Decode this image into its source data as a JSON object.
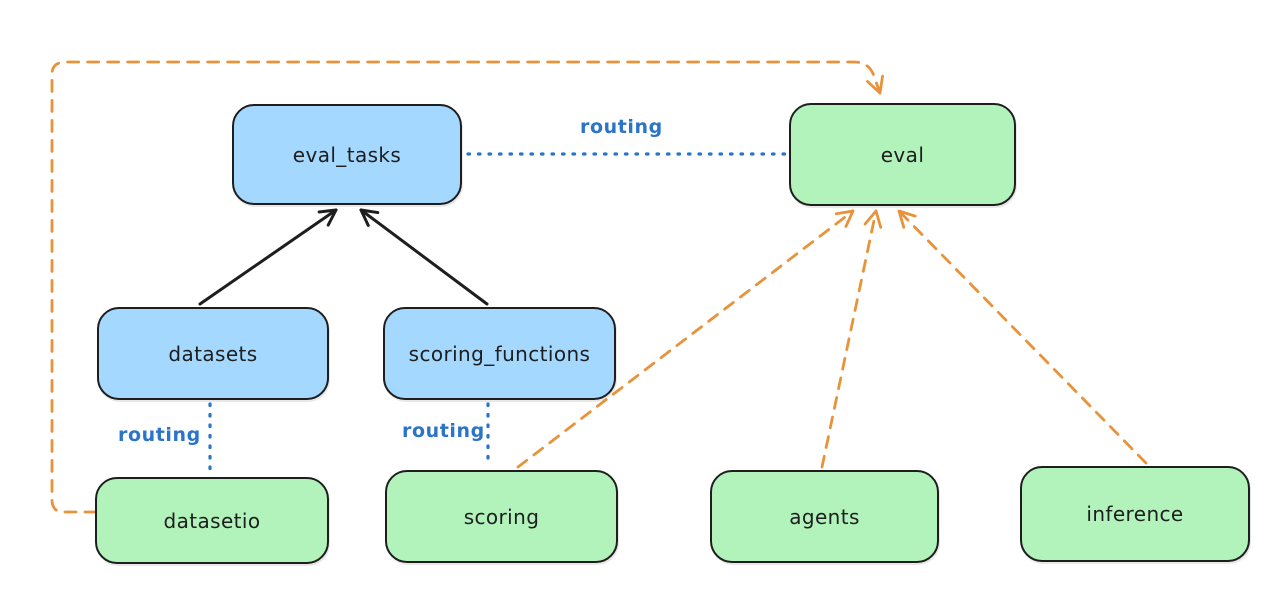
{
  "diagram": {
    "type": "flowchart",
    "background": "#ffffff",
    "colors": {
      "blue_fill": "#a5d8ff",
      "green_fill": "#b2f2bb",
      "stroke": "#1e1e1e",
      "orange_dash": "#e8933a",
      "routing_blue": "#2b74c8"
    },
    "nodes": [
      {
        "id": "eval_tasks",
        "label": "eval_tasks",
        "fill": "#a5d8ff"
      },
      {
        "id": "eval",
        "label": "eval",
        "fill": "#b2f2bb"
      },
      {
        "id": "datasets",
        "label": "datasets",
        "fill": "#a5d8ff"
      },
      {
        "id": "scoring_functions",
        "label": "scoring_functions",
        "fill": "#a5d8ff"
      },
      {
        "id": "datasetio",
        "label": "datasetio",
        "fill": "#b2f2bb"
      },
      {
        "id": "scoring",
        "label": "scoring",
        "fill": "#b2f2bb"
      },
      {
        "id": "agents",
        "label": "agents",
        "fill": "#b2f2bb"
      },
      {
        "id": "inference",
        "label": "inference",
        "fill": "#b2f2bb"
      }
    ],
    "edge_labels": {
      "routing_top": "routing",
      "routing_datasets": "routing",
      "routing_scoring": "routing"
    },
    "edges": [
      {
        "from": "datasets",
        "to": "eval_tasks",
        "style": "solid",
        "color": "#1e1e1e",
        "arrow": true
      },
      {
        "from": "scoring_functions",
        "to": "eval_tasks",
        "style": "solid",
        "color": "#1e1e1e",
        "arrow": true
      },
      {
        "from": "eval_tasks",
        "to": "eval",
        "style": "dotted",
        "color": "#2b74c8",
        "label": "routing",
        "arrow": false
      },
      {
        "from": "datasets",
        "to": "datasetio",
        "style": "dotted",
        "color": "#2b74c8",
        "label": "routing",
        "arrow": false
      },
      {
        "from": "scoring_functions",
        "to": "scoring",
        "style": "dotted",
        "color": "#2b74c8",
        "label": "routing",
        "arrow": false
      },
      {
        "from": "datasetio",
        "to": "eval",
        "style": "dashed",
        "color": "#e8933a",
        "arrow": true
      },
      {
        "from": "scoring",
        "to": "eval",
        "style": "dashed",
        "color": "#e8933a",
        "arrow": true
      },
      {
        "from": "agents",
        "to": "eval",
        "style": "dashed",
        "color": "#e8933a",
        "arrow": true
      },
      {
        "from": "inference",
        "to": "eval",
        "style": "dashed",
        "color": "#e8933a",
        "arrow": true
      }
    ]
  }
}
